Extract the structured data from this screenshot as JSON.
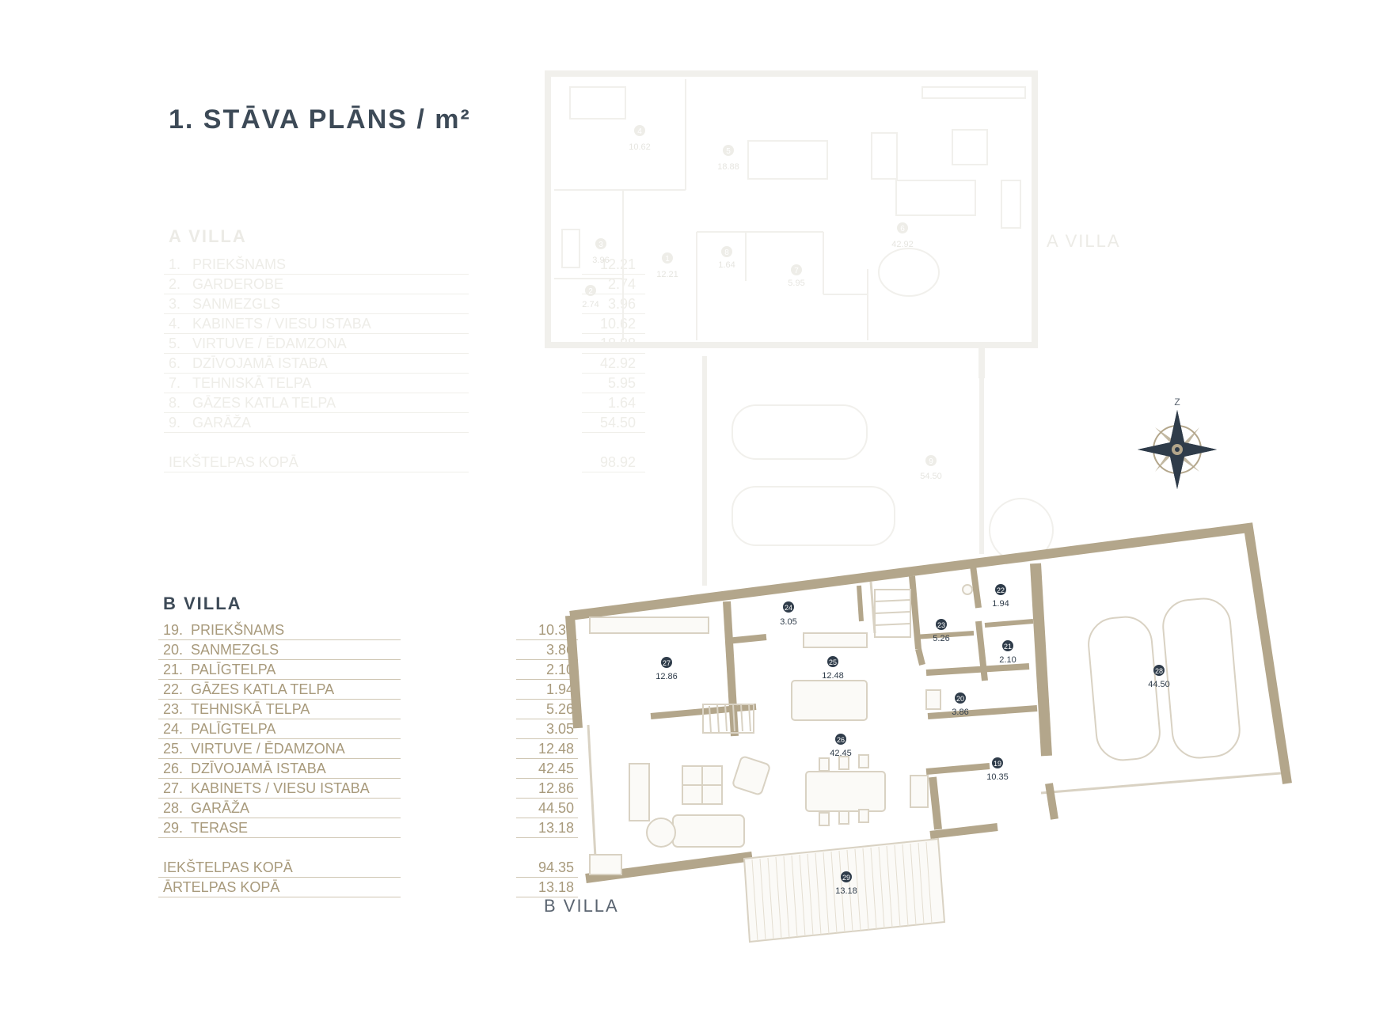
{
  "page": {
    "title": "1. STĀVA PLĀNS / m²"
  },
  "villa_a": {
    "heading": "A VILLA",
    "plan_label": "A VILLA",
    "rooms": [
      {
        "num": "1.",
        "name": "PRIEKŠNAMS",
        "area": "12.21"
      },
      {
        "num": "2.",
        "name": "GARDEROBE",
        "area": "2.74"
      },
      {
        "num": "3.",
        "name": "SANMEZGLS",
        "area": "3.96"
      },
      {
        "num": "4.",
        "name": "KABINETS / VIESU ISTABA",
        "area": "10.62"
      },
      {
        "num": "5.",
        "name": "VIRTUVE / ĒDAMZONA",
        "area": "18.88"
      },
      {
        "num": "6.",
        "name": "DZĪVOJAMĀ ISTABA",
        "area": "42.92"
      },
      {
        "num": "7.",
        "name": "TEHNISKĀ TELPA",
        "area": "5.95"
      },
      {
        "num": "8.",
        "name": "GĀZES KATLA TELPA",
        "area": "1.64"
      },
      {
        "num": "9.",
        "name": "GARĀŽA",
        "area": "54.50"
      }
    ],
    "total_label": "IEKŠTELPAS KOPĀ",
    "total_value": "98.92",
    "markers": [
      {
        "n": "4",
        "a": "10.62"
      },
      {
        "n": "5",
        "a": "18.88"
      },
      {
        "n": "6",
        "a": "42.92"
      },
      {
        "n": "3",
        "a": "3.96"
      },
      {
        "n": "1",
        "a": "12.21"
      },
      {
        "n": "8",
        "a": "1.64"
      },
      {
        "n": "7",
        "a": "5.95"
      },
      {
        "n": "2",
        "a": "2.74"
      },
      {
        "n": "9",
        "a": "54.50"
      }
    ]
  },
  "villa_b": {
    "heading": "B VILLA",
    "plan_label": "B VILLA",
    "rooms": [
      {
        "num": "19.",
        "name": "PRIEKŠNAMS",
        "area": "10.35"
      },
      {
        "num": "20.",
        "name": "SANMEZGLS",
        "area": "3.86"
      },
      {
        "num": "21.",
        "name": "PALĪGTELPA",
        "area": "2.10"
      },
      {
        "num": "22.",
        "name": "GĀZES KATLA TELPA",
        "area": "1.94"
      },
      {
        "num": "23.",
        "name": "TEHNISKĀ TELPA",
        "area": "5.26"
      },
      {
        "num": "24.",
        "name": "PALĪGTELPA",
        "area": "3.05"
      },
      {
        "num": "25.",
        "name": "VIRTUVE / ĒDAMZONA",
        "area": "12.48"
      },
      {
        "num": "26.",
        "name": "DZĪVOJAMĀ ISTABA",
        "area": "42.45"
      },
      {
        "num": "27.",
        "name": "KABINETS / VIESU ISTABA",
        "area": "12.86"
      },
      {
        "num": "28.",
        "name": "GARĀŽA",
        "area": "44.50"
      },
      {
        "num": "29.",
        "name": "TERASE",
        "area": "13.18"
      }
    ],
    "totals": [
      {
        "label": "IEKŠTELPAS KOPĀ",
        "value": "94.35"
      },
      {
        "label": "ĀRTELPAS KOPĀ",
        "value": "13.18"
      }
    ],
    "markers": [
      {
        "n": "24",
        "a": "3.05"
      },
      {
        "n": "22",
        "a": "1.94"
      },
      {
        "n": "27",
        "a": "12.86"
      },
      {
        "n": "25",
        "a": "12.48"
      },
      {
        "n": "23",
        "a": "5.26"
      },
      {
        "n": "21",
        "a": "2.10"
      },
      {
        "n": "20",
        "a": "3.86"
      },
      {
        "n": "26",
        "a": "42.45"
      },
      {
        "n": "19",
        "a": "10.35"
      },
      {
        "n": "28",
        "a": "44.50"
      },
      {
        "n": "29",
        "a": "13.18"
      }
    ]
  },
  "compass": {
    "label": "Z"
  },
  "colors": {
    "title": "#3d4a57",
    "wall": "#b3a68b",
    "accent_text": "#a89a7c",
    "faded": "#ecebe6",
    "marker": "#2f3c4a"
  }
}
